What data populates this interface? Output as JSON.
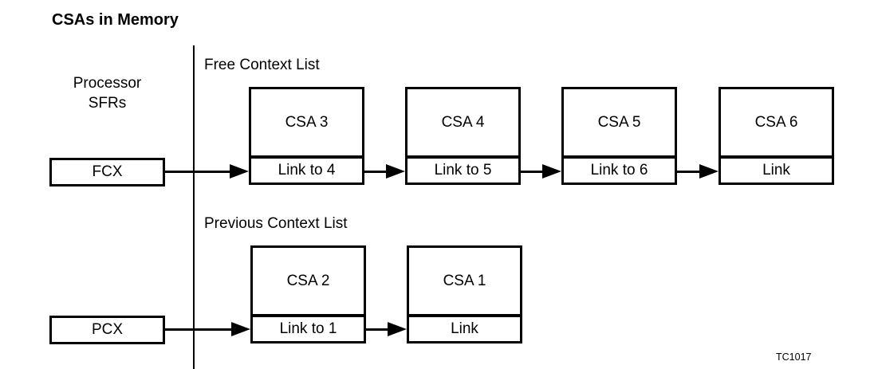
{
  "title": "CSAs in Memory",
  "processor_sfrs": {
    "line1": "Processor",
    "line2": "SFRs"
  },
  "registers": {
    "fcx": "FCX",
    "pcx": "PCX"
  },
  "free_context_list": {
    "label": "Free Context List",
    "nodes": [
      {
        "name": "CSA 3",
        "link": "Link to 4"
      },
      {
        "name": "CSA 4",
        "link": "Link to 5"
      },
      {
        "name": "CSA 5",
        "link": "Link to 6"
      },
      {
        "name": "CSA 6",
        "link": "Link"
      }
    ]
  },
  "previous_context_list": {
    "label": "Previous Context List",
    "nodes": [
      {
        "name": "CSA 2",
        "link": "Link to 1"
      },
      {
        "name": "CSA 1",
        "link": "Link"
      }
    ]
  },
  "figure_id": "TC1017",
  "colors": {
    "foreground": "#000000",
    "background": "#ffffff"
  }
}
